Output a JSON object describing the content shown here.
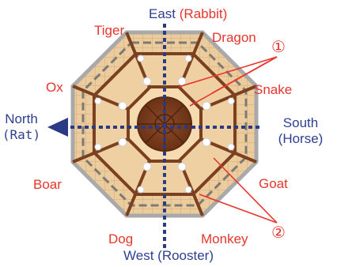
{
  "directions": {
    "east": "East",
    "east_sign": "(Rabbit)",
    "west": "West",
    "west_sign": "(Rooster)",
    "north": "North",
    "north_sign": "(Rat)",
    "south": "South",
    "south_sign": "(Horse)"
  },
  "zodiac": {
    "tiger": "Tiger",
    "dragon": "Dragon",
    "snake": "Snake",
    "ox": "Ox",
    "goat": "Goat",
    "boar": "Boar",
    "dog": "Dog",
    "monkey": "Monkey"
  },
  "markers": {
    "one": "①",
    "two": "②"
  },
  "colors": {
    "zodiac_text": "#e8352c",
    "direction_text": "#2f3f8f",
    "axis": "#2a3a85",
    "outer_floor": "#e9c493",
    "inner_floor": "#f3d4a4",
    "beam": "#7a4020",
    "center": "#7e3e1d"
  }
}
